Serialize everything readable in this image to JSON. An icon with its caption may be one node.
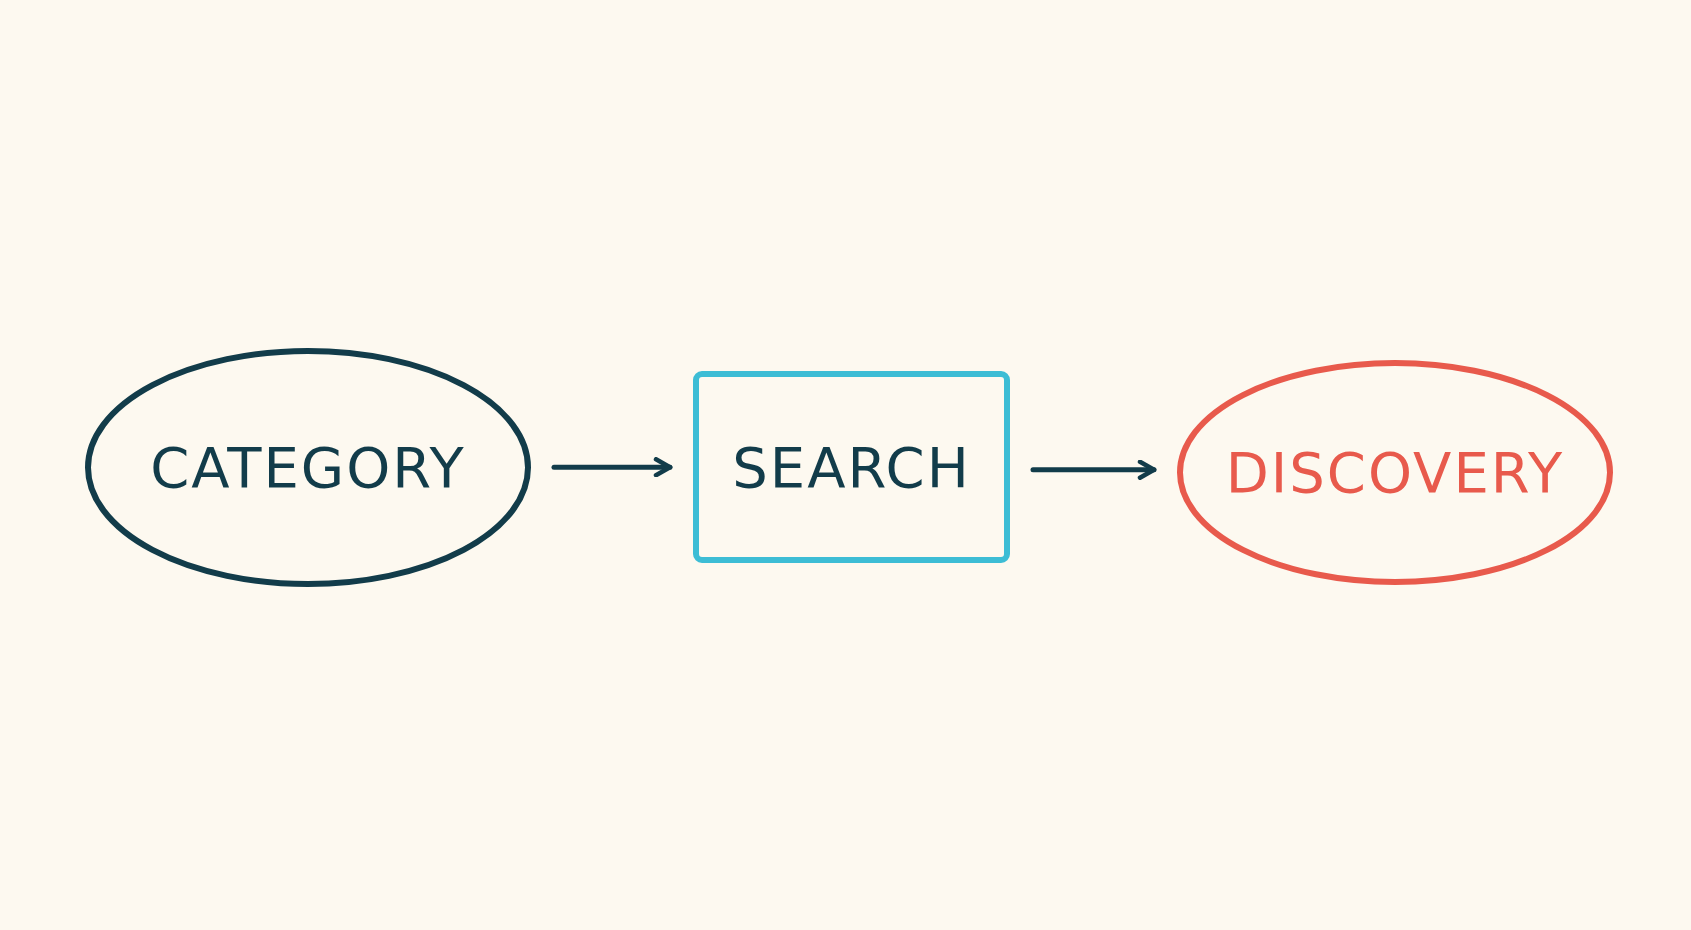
{
  "diagram": {
    "nodes": [
      {
        "text": [
          "CATEGORY"
        ]
      },
      {
        "text": [
          "SEARCH"
        ]
      },
      {
        "text": [
          "DISCOVERY"
        ]
      }
    ],
    "edges": [
      {
        "from": 0,
        "to": 1,
        "arrow": "to"
      },
      {
        "from": 1,
        "to": 2,
        "arrow": "to"
      }
    ]
  }
}
